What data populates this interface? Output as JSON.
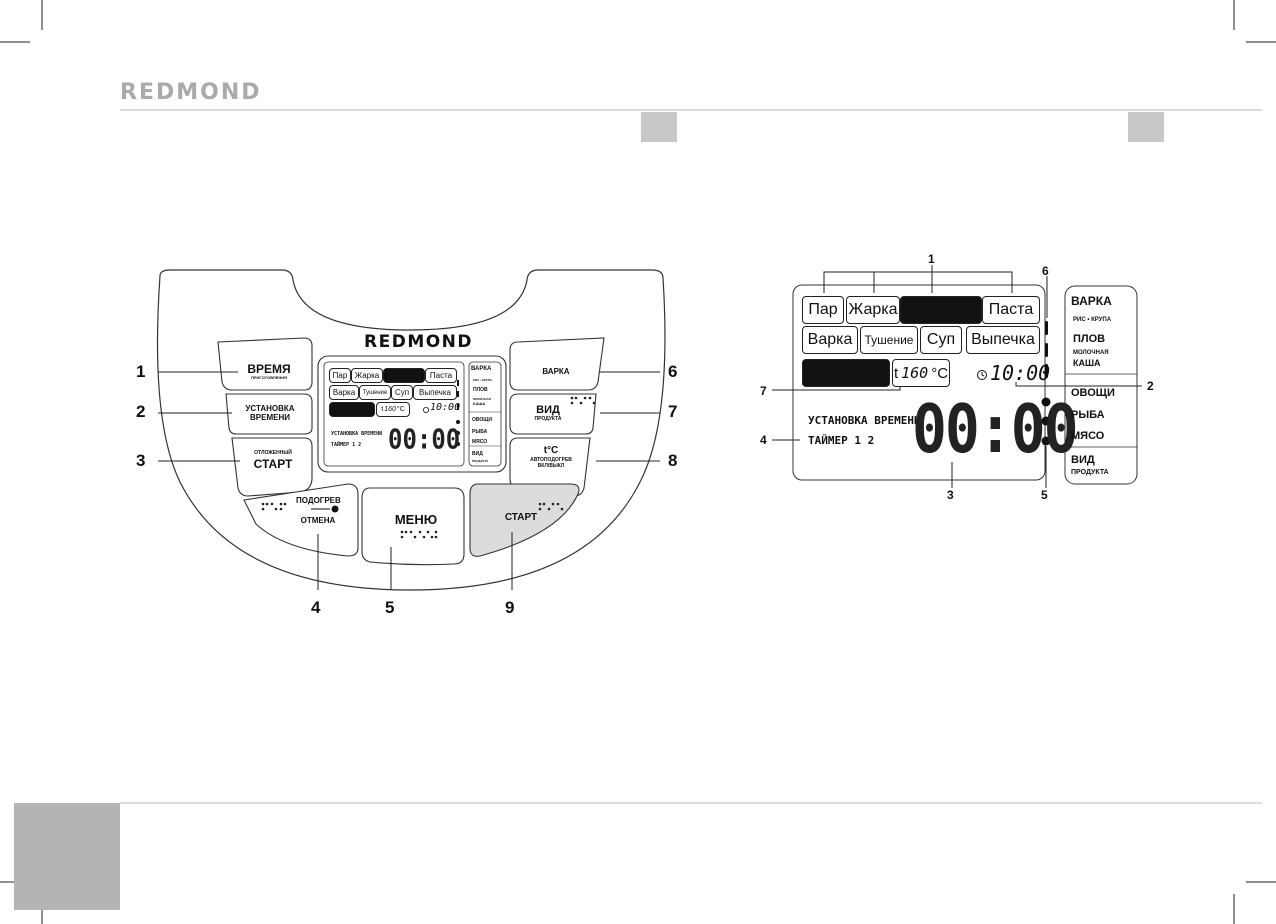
{
  "brand": "REDMOND",
  "panel": {
    "brand": "REDMOND",
    "buttons": {
      "time_title": "ВРЕМЯ",
      "time_sub": "ПРИГОТОВЛЕНИЯ",
      "set_title": "УСТАНОВКА",
      "set_sub": "ВРЕМЕНИ",
      "delay_title": "ОТЛОЖЕННЫЙ",
      "delay_sub": "СТАРТ",
      "warm_title": "ПОДОГРЕВ",
      "warm_sub": "ОТМЕНА",
      "menu": "МЕНЮ",
      "start": "СТАРТ",
      "varka": "ВАРКА",
      "vid_title": "ВИД",
      "vid_sub": "ПРОДУКТА",
      "temp_title": "t°C",
      "temp_sub1": "АВТОПОДОГРЕВ",
      "temp_sub2": "ВКЛ/ВЫКЛ"
    },
    "callouts": [
      "1",
      "2",
      "3",
      "4",
      "5",
      "6",
      "7",
      "8",
      "9"
    ]
  },
  "display": {
    "programs_row1": [
      "Пар",
      "Жарка",
      "Паста"
    ],
    "programs_row2": [
      "Варка",
      "Тушение",
      "Суп",
      "Выпечка"
    ],
    "temp_prefix": "t",
    "temp_value": "160",
    "temp_unit": "°C",
    "clock": "10:00",
    "set_time_label": "УСТАНОВКА ВРЕМЕНИ",
    "timer_label": "ТАЙМЕР 1 2",
    "countdown": "00:00",
    "product_panel": {
      "varka": "ВАРКА",
      "ris": "РИС • КРУПА",
      "plov": "ПЛОВ",
      "kasha_sub": "МОЛОЧНАЯ",
      "kasha": "КАША",
      "ovoshchi": "ОВОЩИ",
      "ryba": "РЫБА",
      "myaso": "МЯСО",
      "vid": "ВИД",
      "produkta": "ПРОДУКТА"
    },
    "callouts": [
      "1",
      "2",
      "3",
      "4",
      "5",
      "6",
      "7"
    ]
  },
  "colors": {
    "start_button": "#dcdcdc",
    "page_box": "#c8c8c8",
    "corner_block": "#b4b4b4"
  }
}
